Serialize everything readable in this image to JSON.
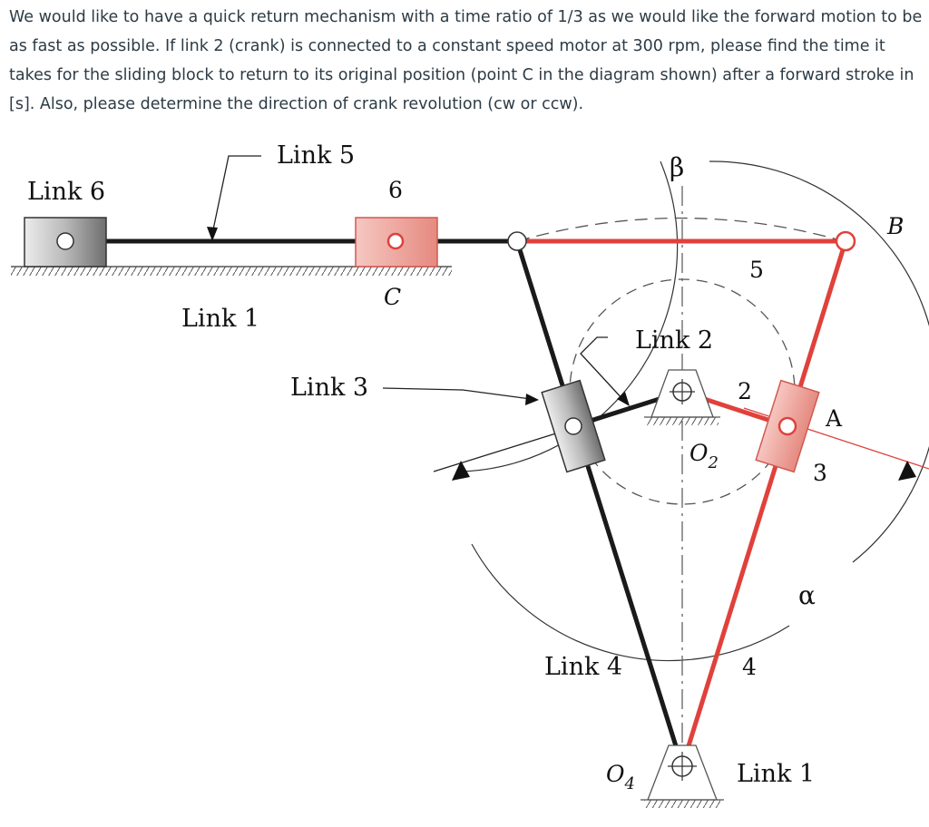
{
  "problem": {
    "text": "We would like to have a quick return mechanism with a time ratio of 1/3 as we would like the forward motion to be as fast as possible. If link 2 (crank) is connected to a constant speed motor at 300 rpm, please find the time it takes for the sliding block to return to its original position (point C in the diagram shown) after a forward stroke in [s]. Also, please determine the direction of crank revolution (cw or ccw)."
  },
  "diagram": {
    "labels": {
      "link6": "Link 6",
      "link5": "Link 5",
      "link1_left": "Link 1",
      "link3": "Link 3",
      "link2": "Link 2",
      "link4": "Link 4",
      "link1_bottom": "Link 1",
      "num6": "6",
      "num5": "5",
      "num2": "2",
      "num3": "3",
      "num4": "4",
      "pointC": "C",
      "pointB": "B",
      "pointA": "A",
      "o2": "O",
      "o2_sub": "2",
      "o4": "O",
      "o4_sub": "4",
      "beta": "β",
      "alpha": "α"
    },
    "colors": {
      "black_link": "#1a1a1a",
      "red_link": "#e0413b",
      "red_block": "#f0a29a",
      "gray_block": "#a9a9a9",
      "ground": "#555555"
    }
  }
}
